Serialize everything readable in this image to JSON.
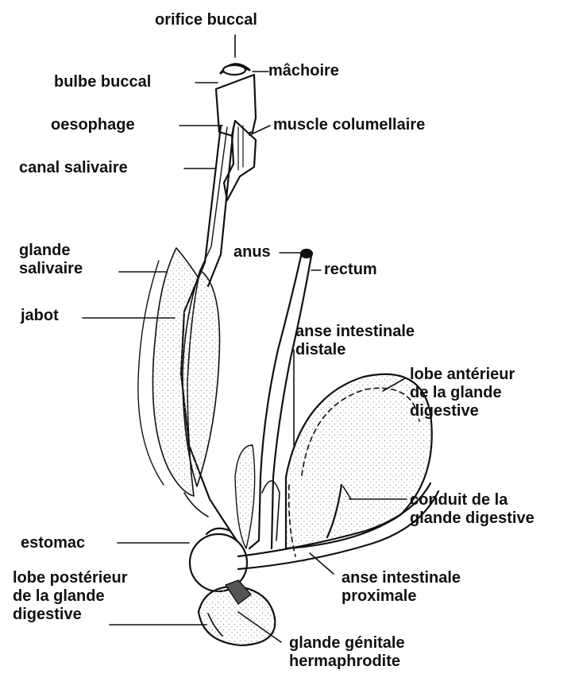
{
  "labels": {
    "orifice_buccal": "orifice buccal",
    "machoire": "mâchoire",
    "bulbe_buccal": "bulbe buccal",
    "oesophage": "oesophage",
    "muscle_columellaire": "muscle columellaire",
    "canal_salivaire": "canal salivaire",
    "glande_salivaire": [
      "glande",
      "salivaire"
    ],
    "anus": "anus",
    "rectum": "rectum",
    "jabot": "jabot",
    "anse_intestinale_distale": [
      "anse intestinale",
      "distale"
    ],
    "lobe_anterieur": [
      "lobe antérieur",
      "de la glande",
      "digestive"
    ],
    "conduit": [
      "conduit de la",
      "glande digestive"
    ],
    "estomac": "estomac",
    "lobe_posterieur": [
      "lobe postérieur",
      "de la glande",
      "digestive"
    ],
    "anse_intestinale_proximale": [
      "anse intestinale",
      "proximale"
    ],
    "glande_genitale": [
      "glande génitale",
      "hermaphrodite"
    ]
  },
  "colors": {
    "ink": "#111111",
    "paper": "#ffffff",
    "stipple": "#9a9a9a"
  }
}
